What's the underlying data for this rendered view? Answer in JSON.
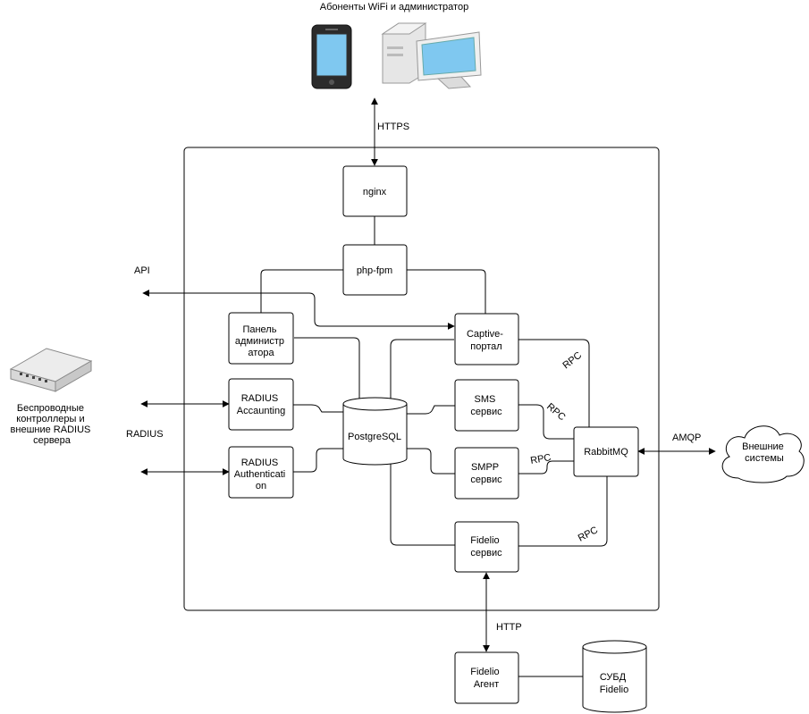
{
  "top_label": "Абоненты WiFi и администратор",
  "left_device": [
    "Беспроводные",
    "контроллеры и",
    "внешние RADIUS",
    "сервера"
  ],
  "nodes": {
    "nginx": [
      "nginx"
    ],
    "php_fpm": [
      "php-fpm"
    ],
    "admin_panel": [
      "Панель",
      "администр",
      "атора"
    ],
    "captive_portal": [
      "Captive-",
      "портал"
    ],
    "radius_acc": [
      "RADIUS",
      "Accaunting"
    ],
    "radius_auth": [
      "RADIUS",
      "Authenticati",
      "on"
    ],
    "postgresql": [
      "PostgreSQL"
    ],
    "sms": [
      "SMS",
      "сервис"
    ],
    "smpp": [
      "SMPP",
      "сервис"
    ],
    "rabbitmq": [
      "RabbitMQ"
    ],
    "fidelio": [
      "Fidelio",
      "сервис"
    ],
    "fidelio_agent": [
      "Fidelio",
      "Агент"
    ],
    "subd": [
      "СУБД",
      "Fidelio"
    ],
    "external": [
      "Внешние",
      "системы"
    ]
  },
  "edge_labels": {
    "https": "HTTPS",
    "api": "API",
    "radius": "RADIUS",
    "amqp": "AMQP",
    "http": "HTTP",
    "rpc": "RPC"
  },
  "colors": {
    "stroke": "#000000",
    "screen": "#7fc8f0",
    "phone_body": "#2b2b2b",
    "case": "#e6e6e6",
    "switch": "#d8d8d8"
  }
}
